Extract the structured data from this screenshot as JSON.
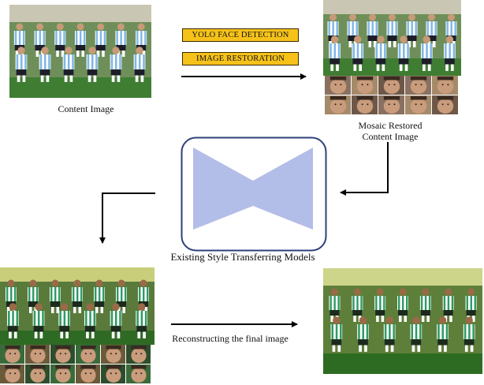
{
  "content_label": "Content Image",
  "step_boxes": [
    "YOLO FACE DETECTION",
    "IMAGE RESTORATION"
  ],
  "restored_label_line1": "Mosaic Restored",
  "restored_label_line2": "Content Image",
  "model_label": "Existing Style Transferring Models",
  "reconstruct_label": "Reconstructing the final image",
  "colors": {
    "tag_fill": "#f6c21a",
    "model_box_stroke": "#2f3f7a",
    "model_shape": "#aab6e6",
    "arrow": "#000000",
    "jersey_sky": "#9cc8ec",
    "jersey_green": "#2f9a62",
    "pitch": "#3b7a2e"
  }
}
